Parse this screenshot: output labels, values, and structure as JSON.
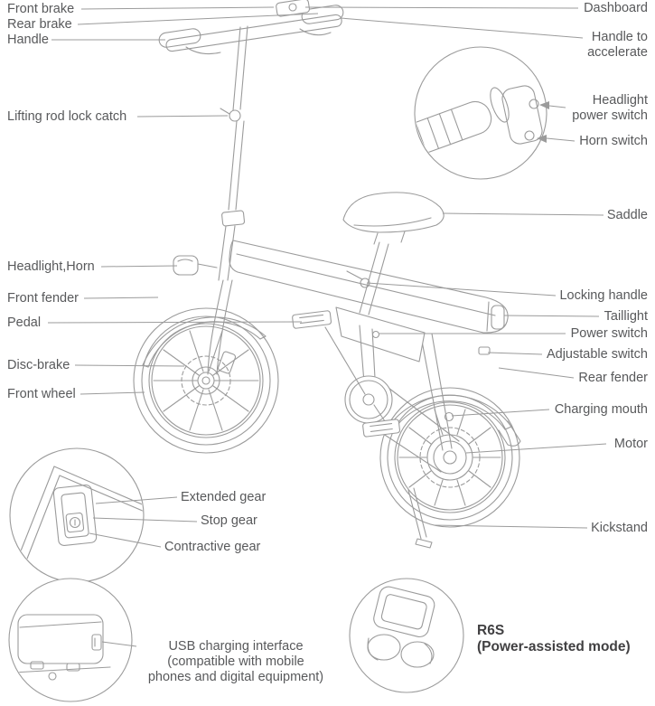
{
  "colors": {
    "text": "#58595B",
    "line": "#9B9B9B",
    "bold_text": "#414042"
  },
  "labels": {
    "front_brake": "Front brake",
    "rear_brake": "Rear brake",
    "handle": "Handle",
    "dashboard": "Dashboard",
    "handle_to_accelerate": [
      "Handle to",
      "accelerate"
    ],
    "lifting_rod_lock_catch": "Lifting rod lock catch",
    "headlight_power_switch": [
      "Headlight",
      "power switch"
    ],
    "horn_switch": "Horn switch",
    "saddle": "Saddle",
    "headlight_horn": "Headlight,Horn",
    "front_fender": "Front fender",
    "locking_handle": "Locking handle",
    "pedal": "Pedal",
    "taillight": "Taillight",
    "power_switch": "Power switch",
    "adjustable_switch": "Adjustable switch",
    "disc_brake": "Disc-brake",
    "rear_fender": "Rear fender",
    "front_wheel": "Front wheel",
    "charging_mouth": "Charging mouth",
    "motor": "Motor",
    "kickstand": "Kickstand",
    "extended_gear": "Extended gear",
    "stop_gear": "Stop gear",
    "contractive_gear": "Contractive gear",
    "usb_charging": [
      "USB charging interface",
      "(compatible with mobile",
      "phones and digital equipment)"
    ],
    "r6s": [
      "R6S",
      "(Power-assisted mode)"
    ]
  }
}
